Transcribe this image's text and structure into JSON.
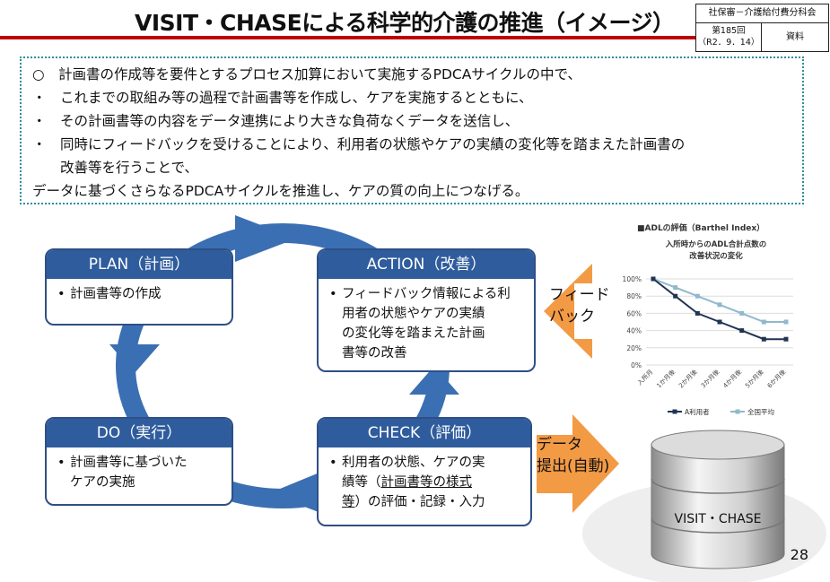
{
  "header": {
    "title": "VISIT・CHASEによる科学的介護の推進（イメージ）",
    "meta_org": "社保審－介護給付費分科会",
    "meta_session": "第185回",
    "meta_date": "（R2．9．14）",
    "meta_doc": "資料"
  },
  "summary": {
    "line1": "○　計画書の作成等を要件とするプロセス加算において実施するPDCAサイクルの中で、",
    "line2": "・　これまでの取組み等の過程で計画書等を作成し、ケアを実施するとともに、",
    "line3": "・　その計画書等の内容をデータ連携により大きな負荷なくデータを送信し、",
    "line4": "・　同時にフィードバックを受けることにより、利用者の状態やケアの実績の変化等を踏まえた計画書の",
    "line5": "　　改善等を行うことで、",
    "line6": "データに基づくさらなるPDCAサイクルを推進し、ケアの質の向上につなげる。"
  },
  "cycle": {
    "plan": {
      "title": "PLAN（計画）",
      "bullet": "•",
      "item": "計画書等の作成"
    },
    "do": {
      "title": "DO（実行）",
      "bullet": "•",
      "item_l1": "計画書等に基づいた",
      "item_l2": "ケアの実施"
    },
    "check": {
      "title": "CHECK（評価）",
      "bullet": "•",
      "item_l1": "利用者の状態、ケアの実",
      "item_l2_pre": "績等（",
      "item_l2_underline": "計画書等の様式",
      "item_l3_underline": "等",
      "item_l3_post": "）の評価・記録・入力"
    },
    "action": {
      "title": "ACTION（改善）",
      "bullet": "•",
      "item_l1": "フィードバック情報による利",
      "item_l2": "用者の状態やケアの実績",
      "item_l3": "の変化等を踏まえた計画",
      "item_l4": "書等の改善"
    }
  },
  "arrows": {
    "feedback_l1": "フィード",
    "feedback_l2": "バック",
    "data_l1": "データ",
    "data_l2": "提出(自動)"
  },
  "colors": {
    "box_header": "#2f5c9d",
    "cycle_arrow": "#3b6fb3",
    "orange": "#f39a45",
    "title_rule": "#c00000"
  },
  "chart_data": {
    "type": "line",
    "header": "■ADLの評価（Barthel Index）",
    "title_l1": "入所時からのADL合計点数の",
    "title_l2": "改善状況の変化",
    "categories": [
      "入所月",
      "1か月後",
      "2か月後",
      "3か月後",
      "4か月後",
      "5か月後",
      "6か月後"
    ],
    "yticks": [
      "100%",
      "80%",
      "60%",
      "40%",
      "20%",
      "0%"
    ],
    "ylim": [
      0,
      100
    ],
    "grid": true,
    "legend_position": "bottom",
    "series": [
      {
        "name": "A利用者",
        "color": "#1f3552",
        "values": [
          100,
          80,
          60,
          50,
          40,
          30,
          30
        ]
      },
      {
        "name": "全国平均",
        "color": "#8fb9cc",
        "values": [
          100,
          90,
          80,
          70,
          60,
          50,
          50
        ]
      }
    ]
  },
  "database": {
    "label": "VISIT・CHASE"
  },
  "page_number": "28"
}
